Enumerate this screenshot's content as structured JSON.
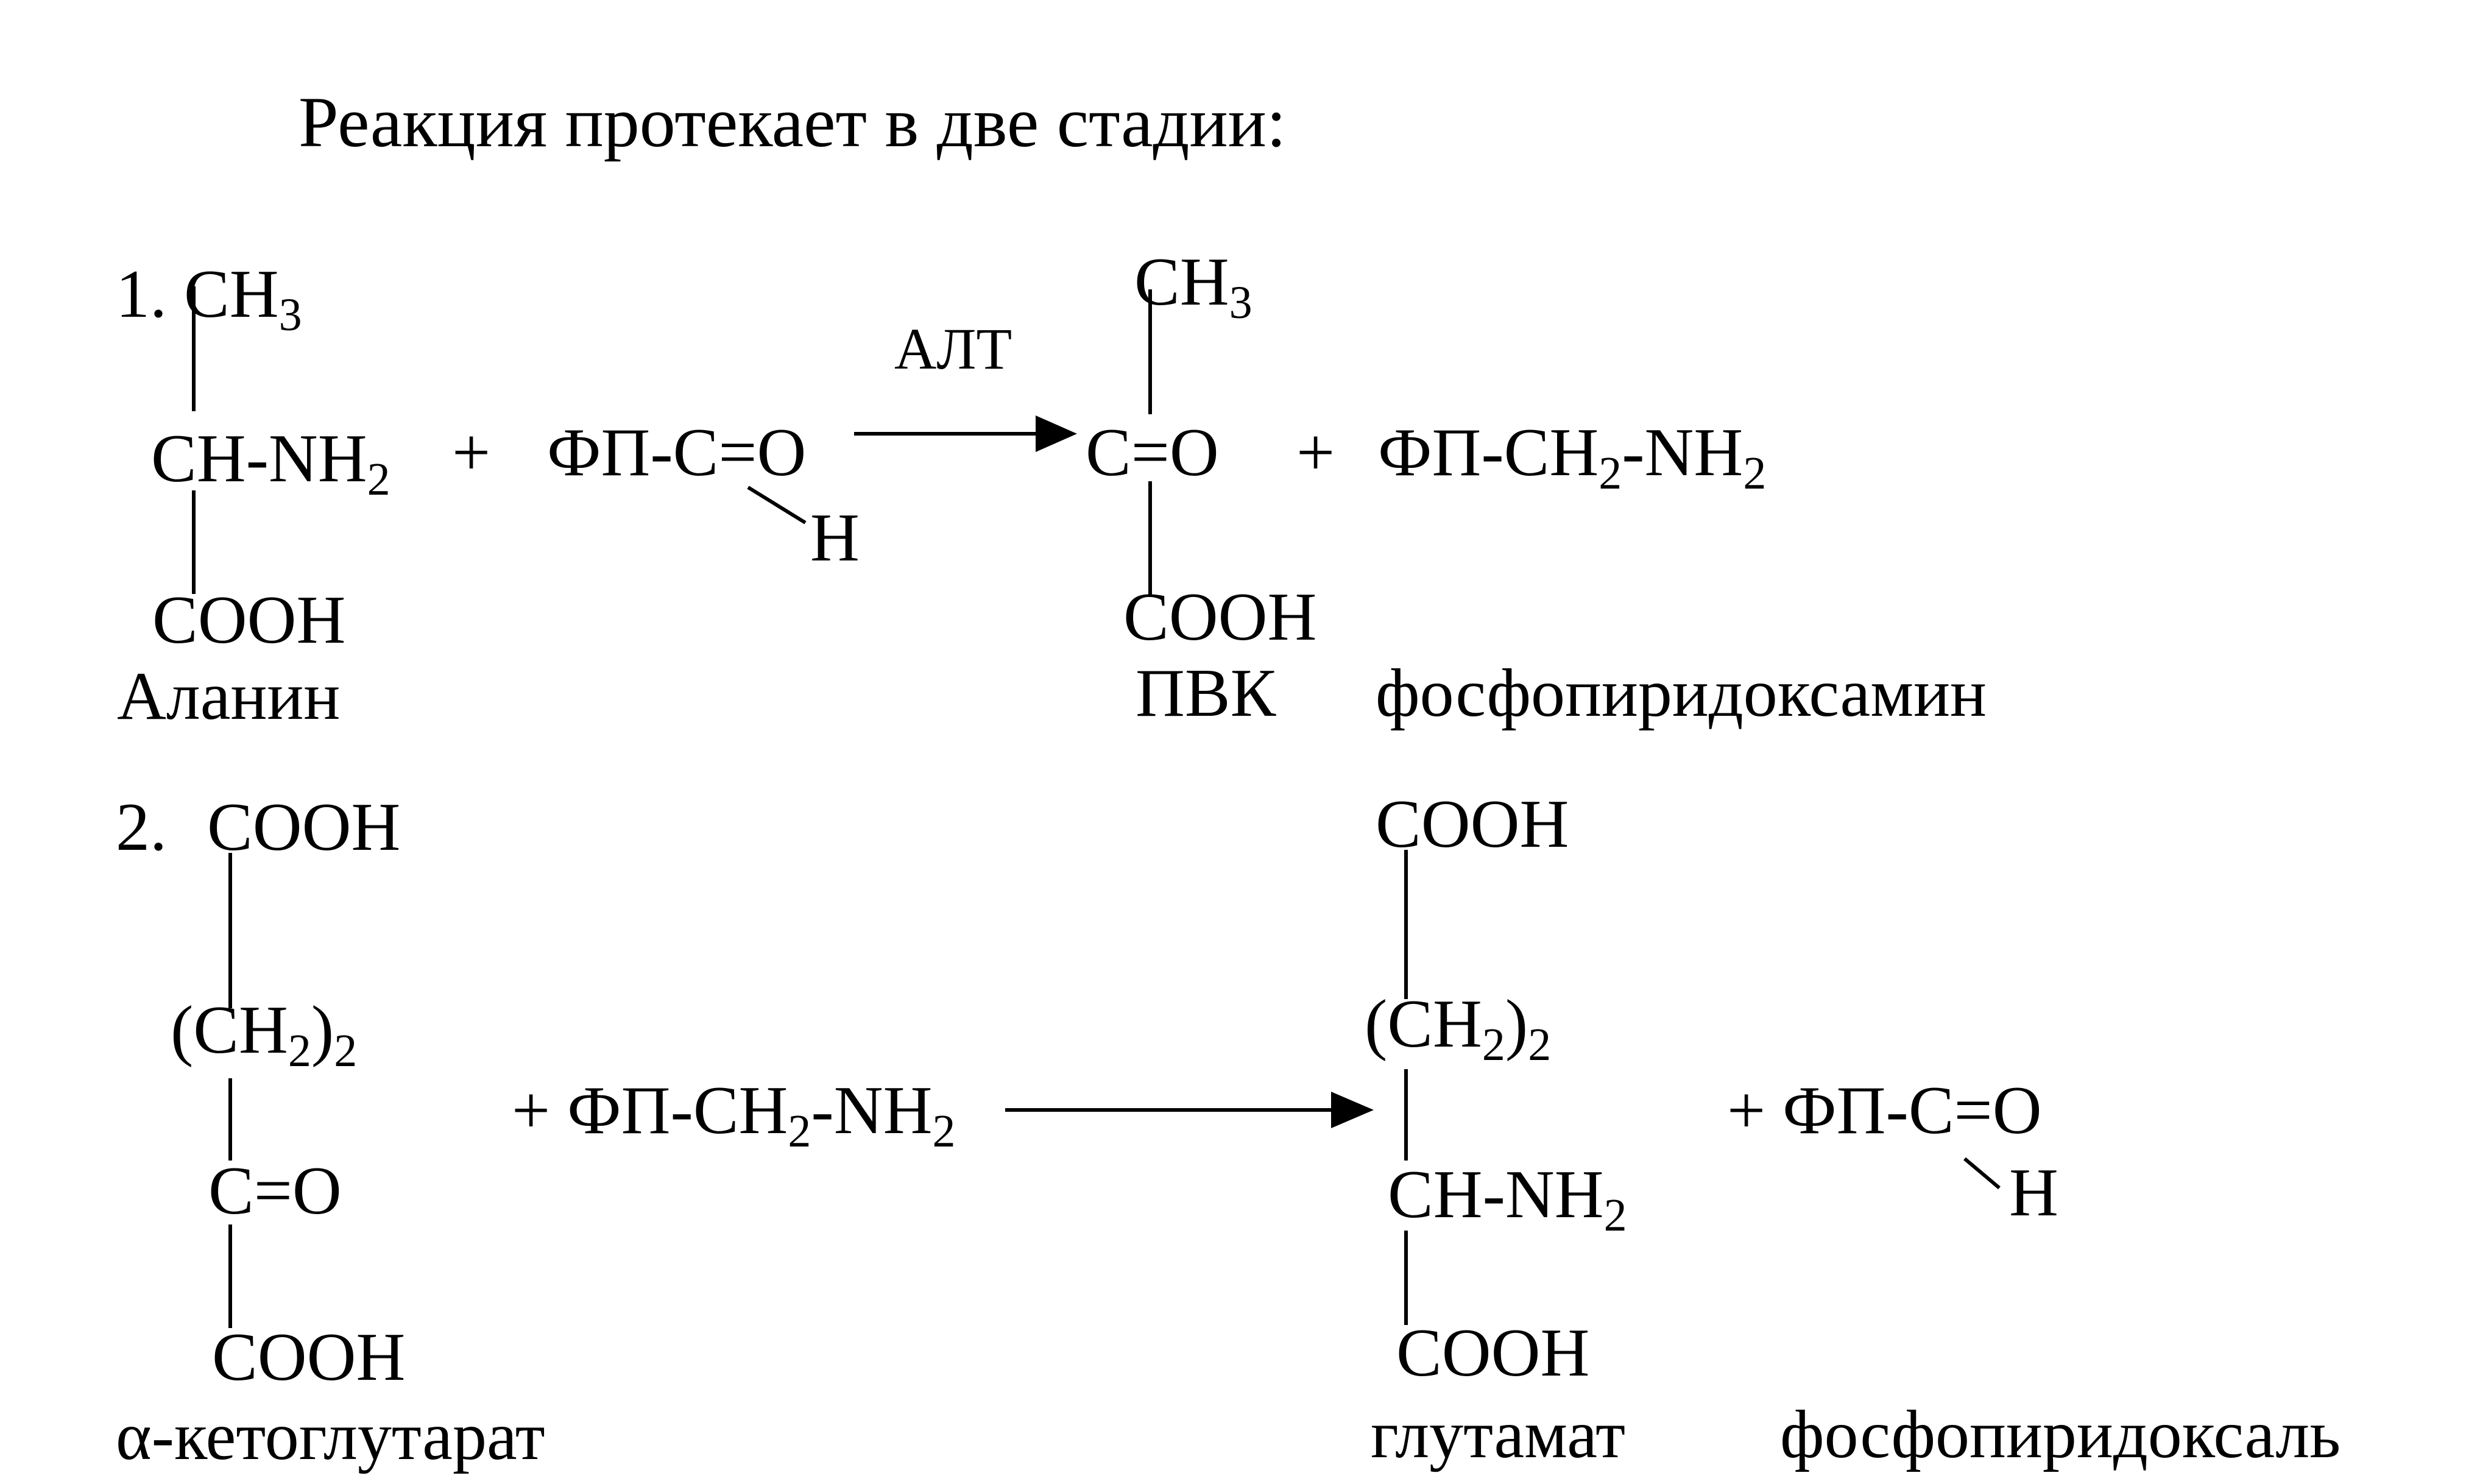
{
  "heading": "Реакция протекает в две стадии:",
  "colors": {
    "ink": "#000000",
    "background": "#ffffff"
  },
  "stage1": {
    "number": "1.",
    "alanine": {
      "ch3": "CH",
      "ch3_sub": "3",
      "ch": "CH-NH",
      "ch_sub": "2",
      "cooh": "COOH",
      "name": "Аланин"
    },
    "plus1": "+",
    "fp_aldehyde": {
      "text": "ФП-C=O",
      "h": "H"
    },
    "enzyme": "АЛТ",
    "pvk": {
      "ch3": "CH",
      "ch3_sub": "3",
      "co": "C=O",
      "cooh": "COOH",
      "name": "ПВК"
    },
    "plus2": "+",
    "fp_amine": {
      "p1": "ФП-CH",
      "p1_sub": "2",
      "p2": "-NH",
      "p2_sub": "2",
      "name": "фосфопиридоксамин"
    }
  },
  "stage2": {
    "number": "2.",
    "ketoglutarate": {
      "cooh_top": "COOH",
      "ch2": "(CH",
      "ch2_sub": "2",
      "ch2_close": ")",
      "ch2_count": "2",
      "co": "C=O",
      "cooh_bottom": "COOH",
      "name": "α-кетоглутарат"
    },
    "fp_amine": {
      "plus": "+ ",
      "p1": "ФП-CH",
      "p1_sub": "2",
      "p2": "-NH",
      "p2_sub": "2"
    },
    "glutamate": {
      "cooh_top": "COOH",
      "ch2": "(CH",
      "ch2_sub": "2",
      "ch2_close": ")",
      "ch2_count": "2",
      "ch": "CH-NH",
      "ch_sub": "2",
      "cooh_bottom": "COOH",
      "name": "глутамат"
    },
    "fp_aldehyde": {
      "text": "+ ФП-C=O",
      "h": "H",
      "name": "фосфопиридоксаль"
    }
  }
}
